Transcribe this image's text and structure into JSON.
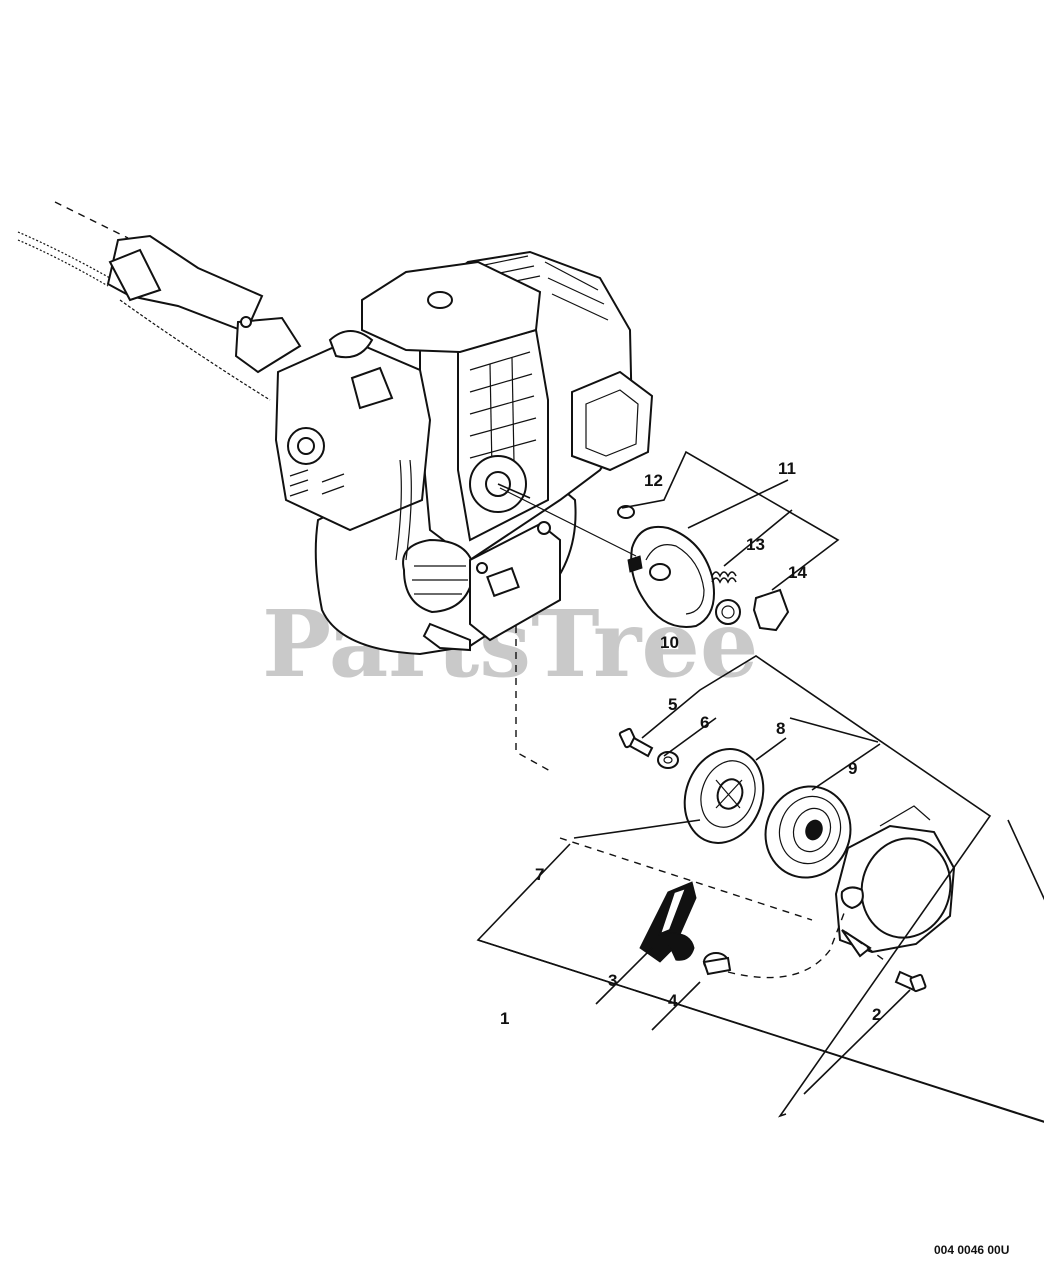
{
  "watermark": "PartsTree",
  "drawing_code": "004 0046 00U",
  "callouts": [
    "1",
    "2",
    "3",
    "4",
    "5",
    "6",
    "7",
    "8",
    "9",
    "10",
    "11",
    "12",
    "13",
    "14"
  ]
}
